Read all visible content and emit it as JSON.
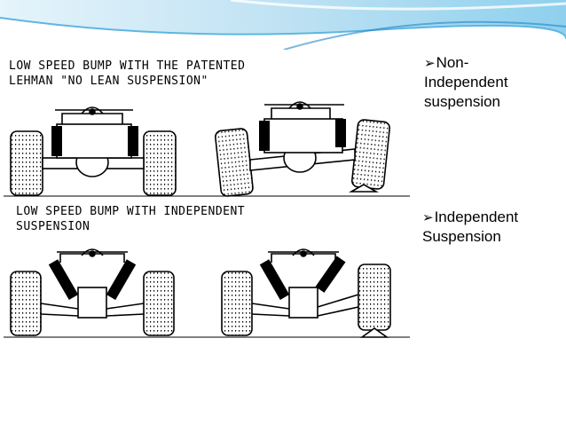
{
  "bullets": [
    {
      "label": "Non-Independent suspension",
      "line1": "Non-",
      "line2": "Independent",
      "line3": "suspension"
    },
    {
      "label": "Independent Suspension",
      "line1": "Independent",
      "line2": "Suspension"
    }
  ],
  "diagram": {
    "top_caption_line1": "LOW SPEED BUMP WITH THE PATENTED",
    "top_caption_line2": "LEHMAN \"NO LEAN SUSPENSION\"",
    "bottom_caption_line1": "LOW SPEED BUMP WITH INDEPENDENT",
    "bottom_caption_line2": "SUSPENSION"
  },
  "colors": {
    "banner": "#cfe8f4",
    "banner_accent": "#1f86c8",
    "bullet_mark": "#000000"
  }
}
